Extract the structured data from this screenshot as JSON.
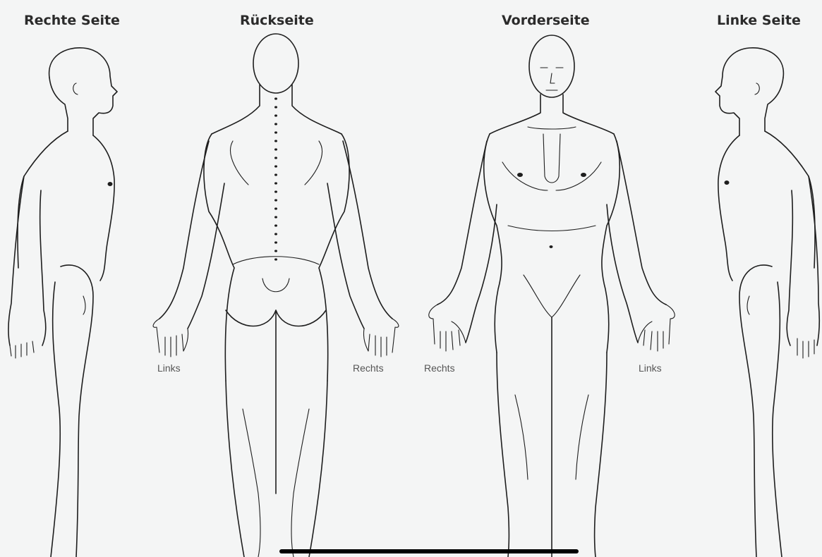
{
  "views": {
    "right_side": "Rechte Seite",
    "back": "Rückseite",
    "front": "Vorderseite",
    "left_side": "Linke Seite"
  },
  "hand_labels": {
    "back_left": "Links",
    "back_right": "Rechts",
    "front_right": "Rechts",
    "front_left": "Links"
  },
  "colors": {
    "background": "#f4f5f5",
    "line": "#1e1e1e",
    "label": "#555555"
  }
}
